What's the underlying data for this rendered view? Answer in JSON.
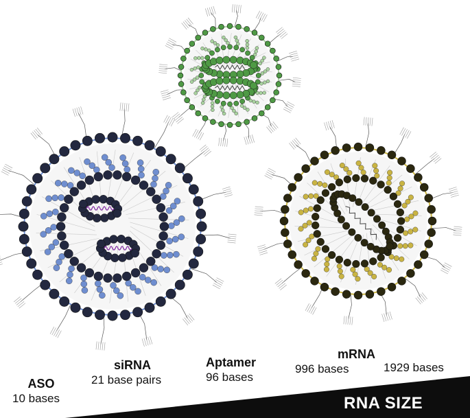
{
  "labels": {
    "aso": {
      "name": "ASO",
      "size": "10 bases"
    },
    "sirna": {
      "name": "siRNA",
      "size": "21 base pairs"
    },
    "aptamer": {
      "name": "Aptamer",
      "size": "96 bases"
    },
    "mrna": {
      "name": "mRNA",
      "size": "996 bases",
      "size_long": "1929 bases"
    }
  },
  "axis": {
    "title": "RNA SIZE"
  },
  "colors": {
    "sirna_head": "#23283f",
    "sirna_accent": "#6f8ed0",
    "aptamer_head": "#4f9a45",
    "aptamer_accent": "#a9d39f",
    "mrna_head": "#2b2810",
    "mrna_accent": "#c9b443",
    "payload_strand": "#8b3fa8",
    "wedge": "#0d0d0d",
    "lipid_line": "#555555"
  }
}
